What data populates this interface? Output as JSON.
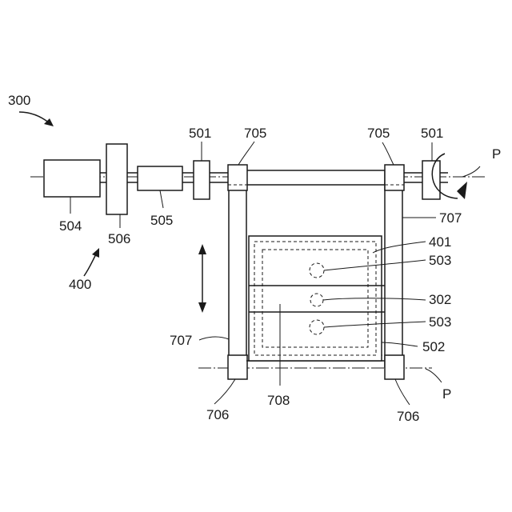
{
  "labels": {
    "l300": "300",
    "l400": "400",
    "l501a": "501",
    "l501b": "501",
    "l705a": "705",
    "l705b": "705",
    "l504": "504",
    "l506": "506",
    "l505": "505",
    "l707a": "707",
    "l707b": "707",
    "l401": "401",
    "l503a": "503",
    "l503b": "503",
    "l302": "302",
    "l502": "502",
    "l706a": "706",
    "l706b": "706",
    "l708": "708",
    "lPa": "P",
    "lPb": "P"
  }
}
